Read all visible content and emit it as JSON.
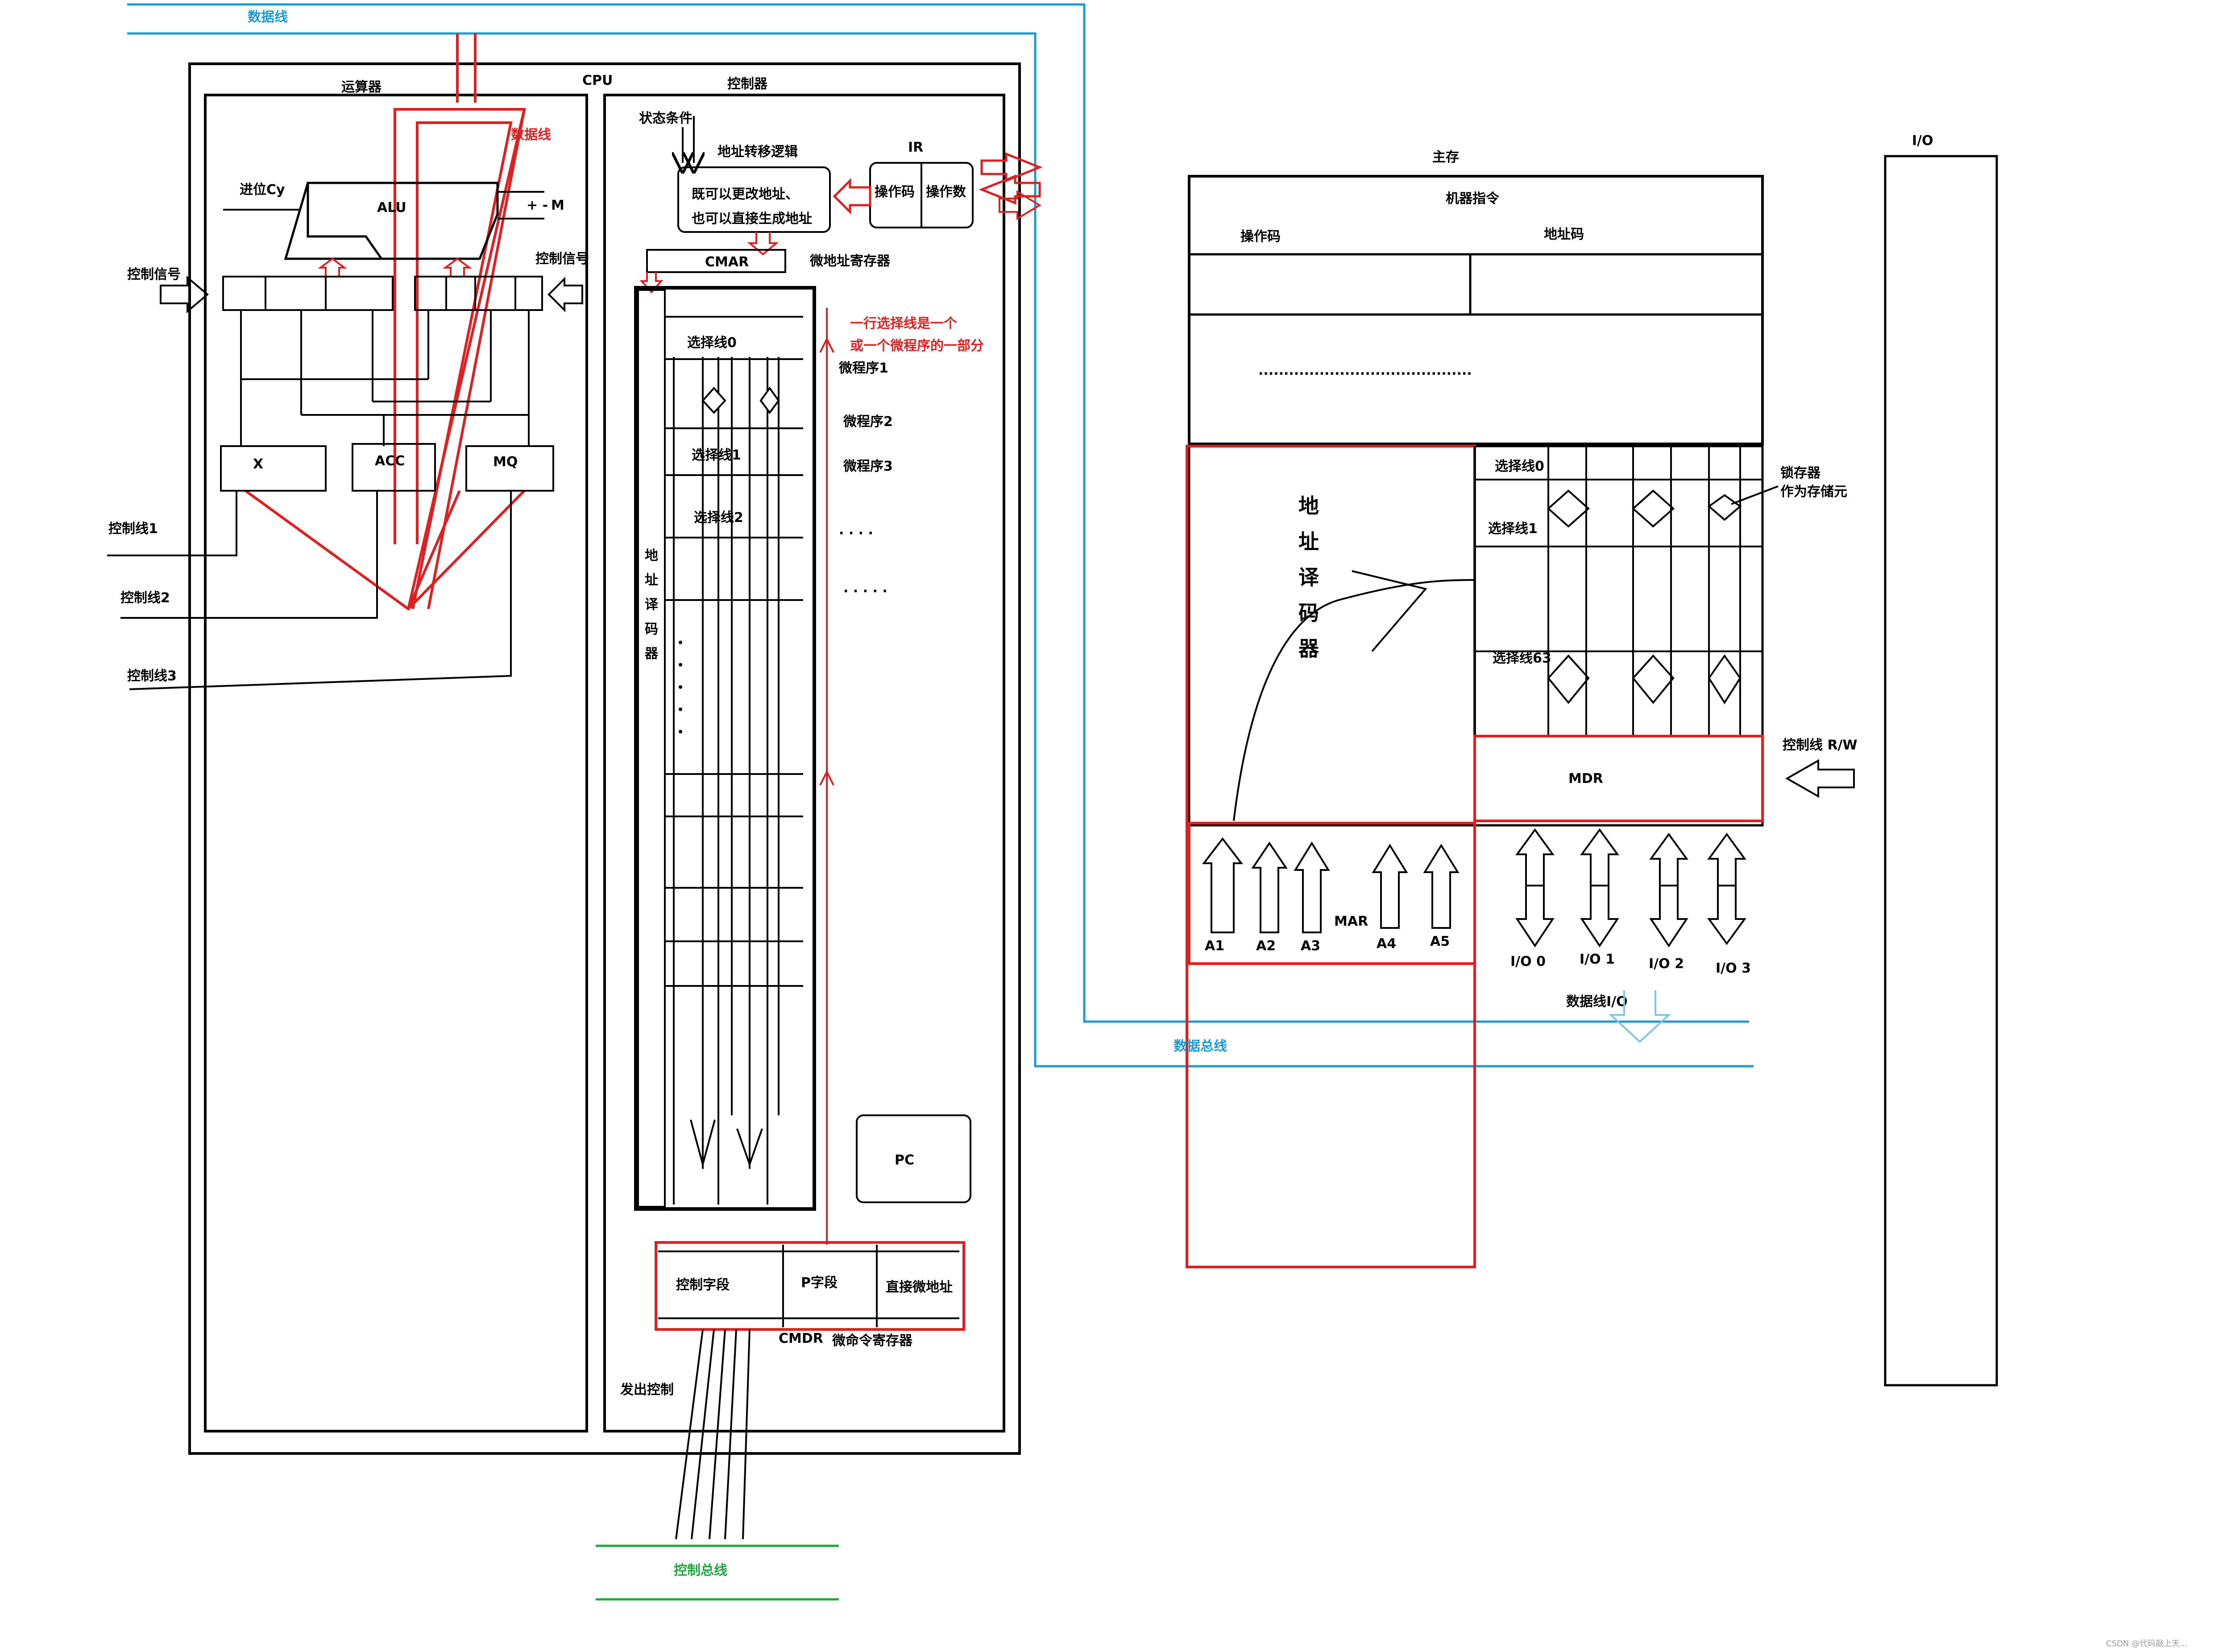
{
  "labels": {
    "data_line_top": "数据线",
    "cpu": "CPU",
    "alu_unit": "运算器",
    "controller": "控制器",
    "data_line_red": "数据线",
    "alu": "ALU",
    "carry": "进位Cy",
    "pm": "+ -",
    "m": "M",
    "ctrl_signal_left": "控制信号",
    "ctrl_signal_right": "控制信号",
    "x": "X",
    "acc": "ACC",
    "mq": "MQ",
    "ctrl_line1": "控制线1",
    "ctrl_line2": "控制线2",
    "ctrl_line3": "控制线3",
    "status_cond": "状态条件",
    "addr_transfer": "地址转移逻辑",
    "addr_logic_1": "既可以更改地址、",
    "addr_logic_2": "也可以直接生成地址",
    "ir": "IR",
    "opcode": "操作码",
    "operand": "操作数",
    "cmar": "CMAR",
    "micro_addr_reg": "微地址寄存器",
    "note_1": "一行选择线是一个",
    "note_2": "或一个微程序的一部分",
    "sel0": "选择线0",
    "sel1": "选择线1",
    "sel2": "选择线2",
    "microprog1": "微程序1",
    "microprog2": "微程序2",
    "microprog3": "微程序3",
    "dots_a": "· · · ·",
    "dots_b": "· · · · ·",
    "decoder_v": [
      "地",
      "址",
      "译",
      "码",
      "器"
    ],
    "pc": "PC",
    "ctrl_field": "控制字段",
    "p_field": "P字段",
    "direct_addr": "直接微地址",
    "cmdr": "CMDR",
    "micro_cmd_reg": "微命令寄存器",
    "issue_ctrl": "发出控制",
    "ctrl_bus": "控制总线",
    "main_memory": "主存",
    "machine_instr": "机器指令",
    "mem_opcode": "操作码",
    "addr_code": "地址码",
    "mem_dots": "..........................................",
    "mem_decoder_v": [
      "地",
      "址",
      "译",
      "码",
      "器"
    ],
    "mem_sel0": "选择线0",
    "mem_sel1": "选择线1",
    "mem_sel63": "选择线63",
    "latch": "锁存器",
    "latch_sub": "作为存储元",
    "ctrl_rw": "控制线 R/W",
    "mdr": "MDR",
    "mar": "MAR",
    "a1": "A1",
    "a2": "A2",
    "a3": "A3",
    "a4": "A4",
    "a5": "A5",
    "io0": "I/O 0",
    "io1": "I/O 1",
    "io2": "I/O 2",
    "io3": "I/O 3",
    "data_line_io": "数据线I/O",
    "data_bus": "数据总线",
    "io": "I/O",
    "watermark": "CSDN @代码敲上天..."
  },
  "colors": {
    "black": "#000000",
    "red": "#e02020",
    "blue": "#1a9bd7",
    "green": "#1aa83a",
    "light_blue": "#7fc6e6"
  }
}
